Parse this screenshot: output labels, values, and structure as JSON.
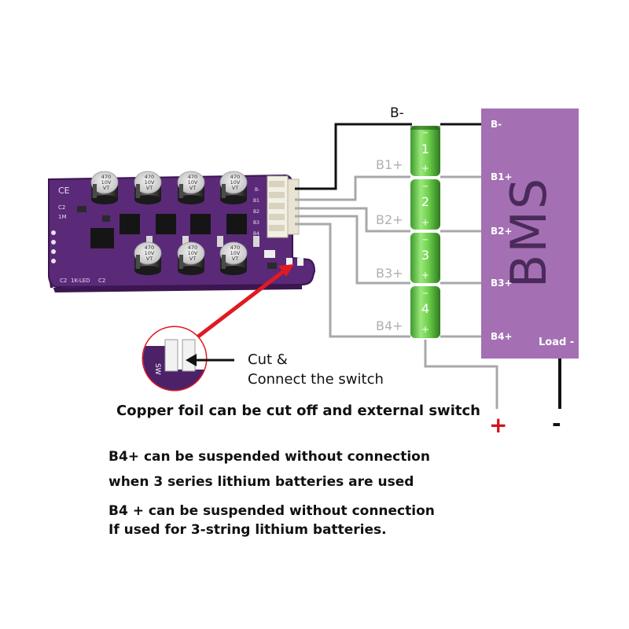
{
  "wiring": {
    "b_minus_top": "B-",
    "taps": [
      "B1+",
      "B2+",
      "B3+",
      "B4+"
    ],
    "cells": [
      "1",
      "2",
      "3",
      "4"
    ]
  },
  "bms": {
    "title": "BMS",
    "pins": [
      "B-",
      "B1+",
      "B2+",
      "B3+",
      "B4+"
    ],
    "load_minus": "Load -"
  },
  "board": {
    "capacitor_label": [
      "470",
      "10V",
      "VT"
    ],
    "silk": [
      "CE",
      "C2",
      "1K-LED",
      "C2",
      "SW"
    ],
    "header_pins": [
      "B-",
      "B1",
      "B2",
      "B3",
      "B4"
    ]
  },
  "callout": {
    "cut_line1": "Cut &",
    "cut_line2": "Connect the switch",
    "copper": "Copper foil can be cut off and external switch"
  },
  "output": {
    "plus": "+",
    "minus": "-"
  },
  "notes": [
    "B4+ can be suspended without connection",
    "when 3 series lithium batteries are used",
    "B4 + can be suspended without connection",
    "If used for 3-string lithium batteries."
  ],
  "colors": {
    "bms_fill": "#a46fb3",
    "pcb": "#5a2a78",
    "cell_green": "#78d85a",
    "wire_gray": "#a8a8a8",
    "wire_black": "#111111",
    "arrow_red": "#e01a22"
  }
}
